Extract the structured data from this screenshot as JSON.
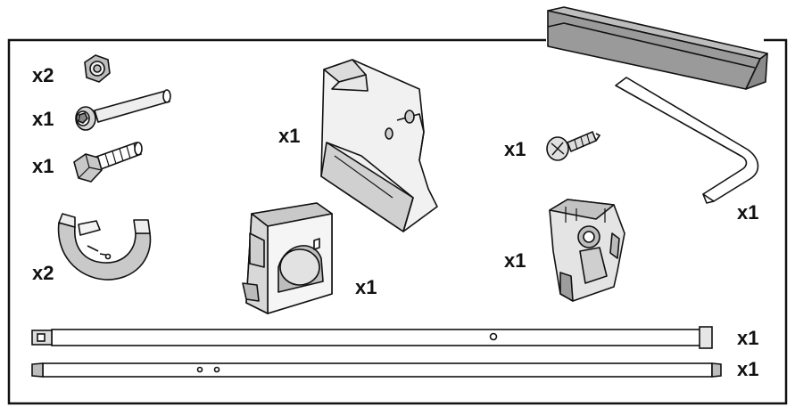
{
  "colors": {
    "line": "#111111",
    "fill_light": "#f2f2f2",
    "fill_mid": "#d0d0d0",
    "fill_dark": "#a8a8a8",
    "box_gray": "#9a9a9a"
  },
  "quantities": {
    "nut": "x2",
    "long_bolt": "x1",
    "hex_bolt": "x1",
    "half_ring": "x2",
    "bracket_large": "x1",
    "clamp_block": "x1",
    "screw": "x1",
    "end_cap": "x1",
    "allen_key": "x1",
    "tube_top": "x1",
    "tube_bottom": "x1"
  }
}
